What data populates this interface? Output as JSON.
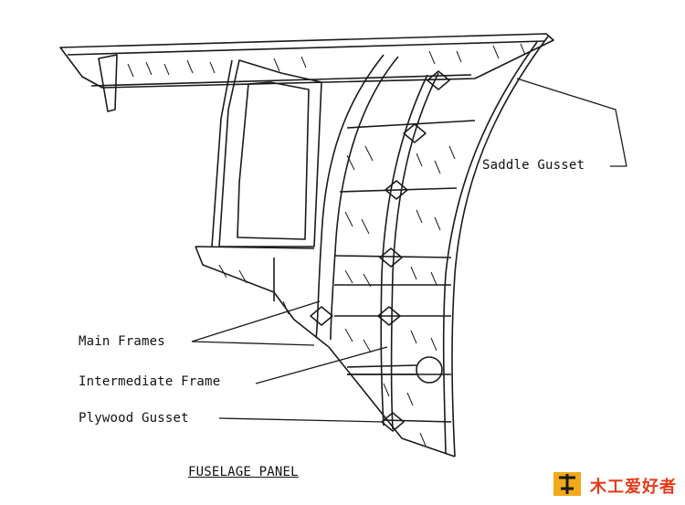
{
  "labels": {
    "saddle_gusset": "Saddle Gusset",
    "main_frames": "Main Frames",
    "intermediate_frame": "Intermediate Frame",
    "plywood_gusset": "Plywood Gusset",
    "title": "FUSELAGE PANEL"
  },
  "watermark": {
    "logo_text": "木工爱好者"
  },
  "colors": {
    "ink": "#1a1a1a",
    "watermark": "#e23b1b",
    "watermark_accent": "#f2a91b"
  }
}
